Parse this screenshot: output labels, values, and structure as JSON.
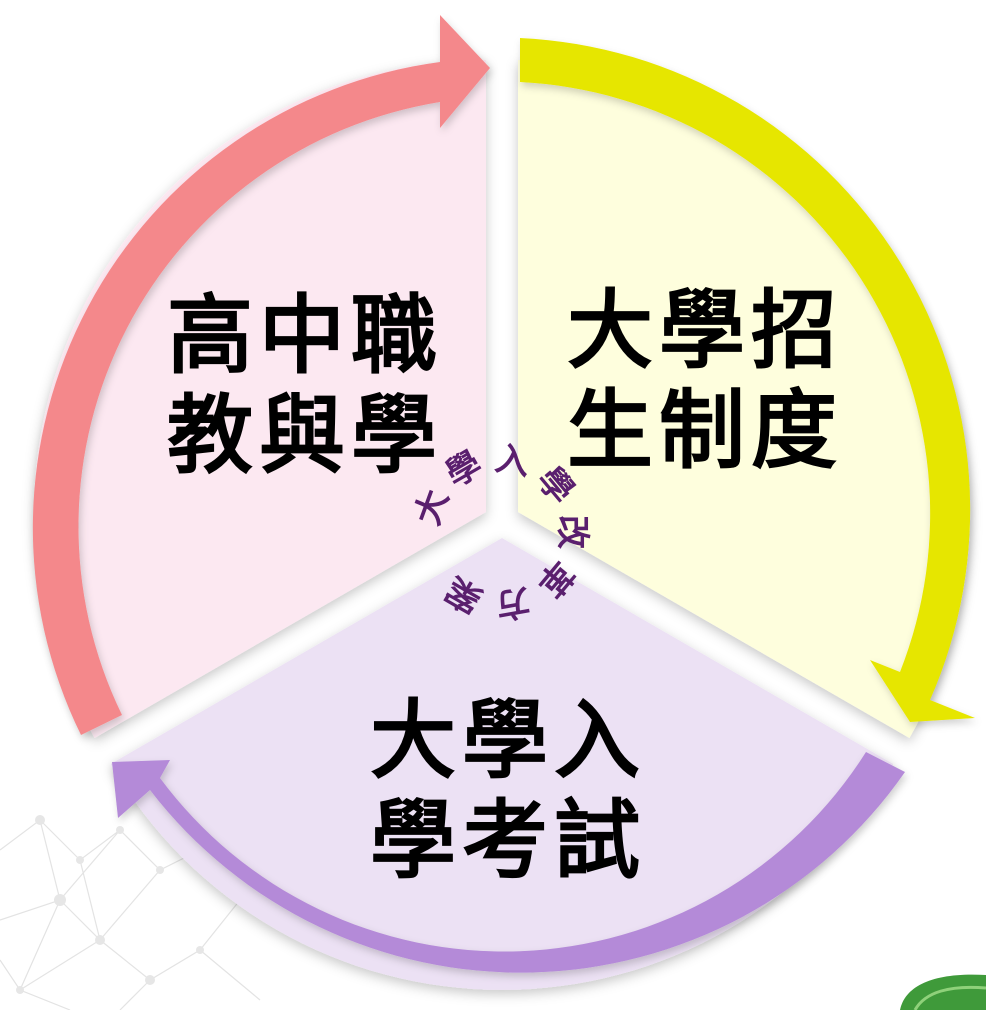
{
  "segments": {
    "top_left": {
      "line1": "高中職",
      "line2": "教與學",
      "fill_color": "#fce8f1",
      "arrow_color": "#f4888b"
    },
    "top_right": {
      "line1": "大學招",
      "line2": "生制度",
      "fill_color": "#fefedd",
      "arrow_color": "#e6e600"
    },
    "bottom": {
      "line1": "大學入",
      "line2": "學考試",
      "fill_color": "#ece1f4",
      "arrow_color": "#b48ad8"
    }
  },
  "center": {
    "text": "大學入學改革方案",
    "chars": [
      "大",
      "學",
      "入",
      "學",
      "改",
      "革",
      "方",
      "案"
    ],
    "color": "#5a1f6e"
  }
}
